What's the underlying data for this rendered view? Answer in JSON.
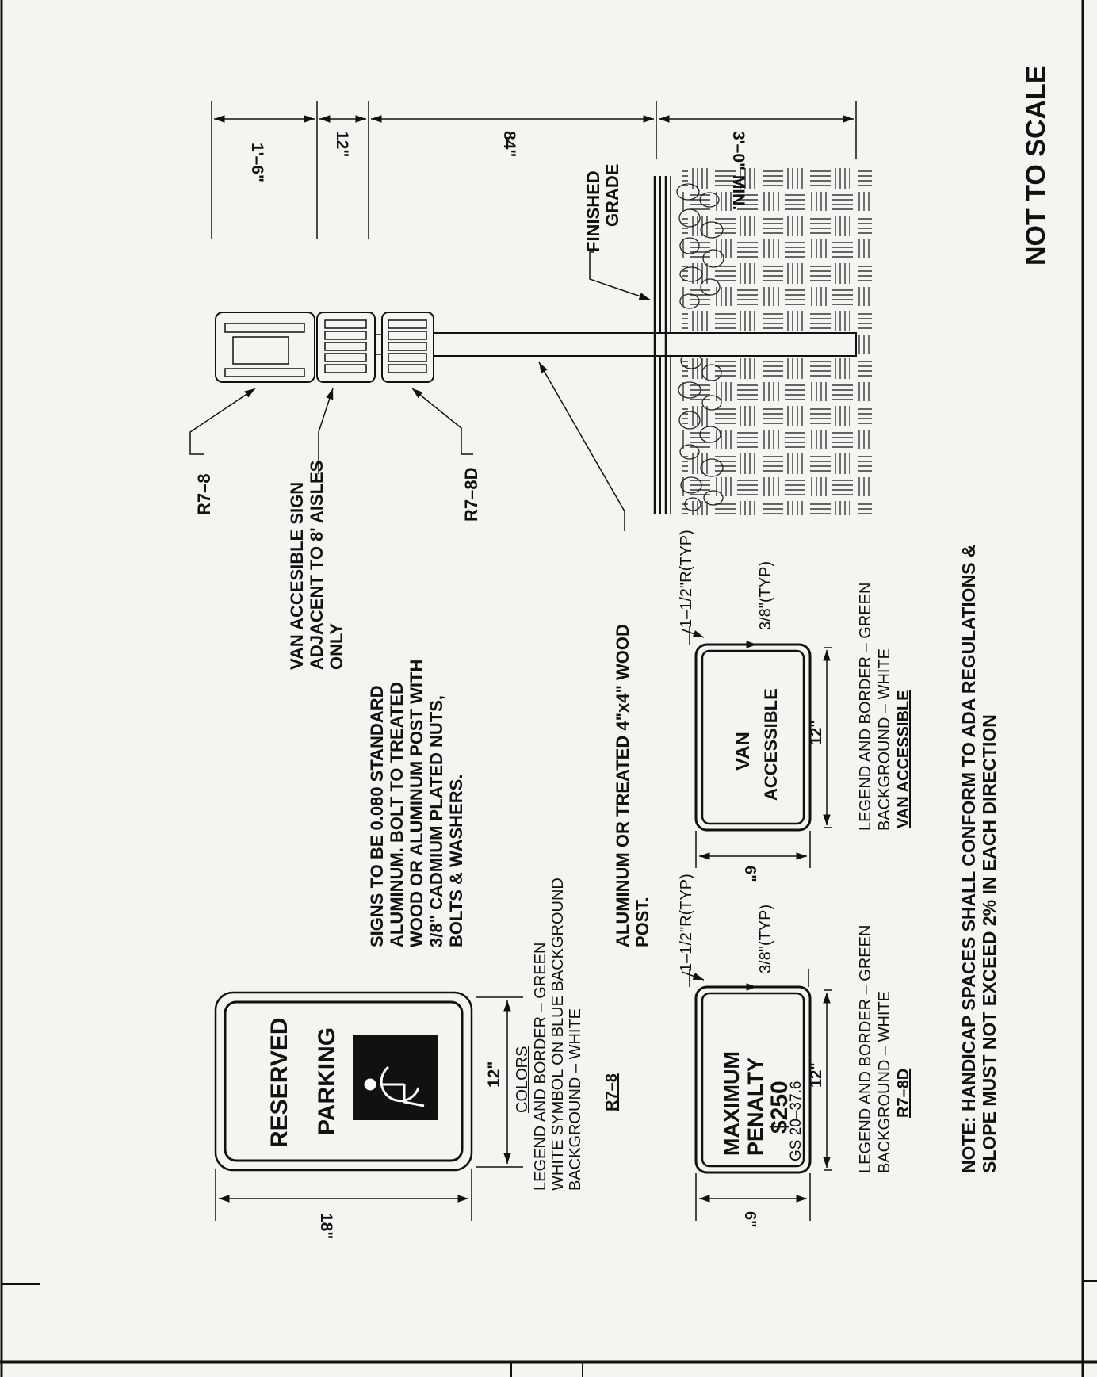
{
  "drawing": {
    "not_to_scale": "NOT TO SCALE",
    "main_note": [
      "NOTE: HANDICAP SPACES SHALL CONFORM TO ADA REGULATIONS &",
      "SLOPE MUST NOT EXCEED 2% IN EACH DIRECTION"
    ],
    "callouts": {
      "r7_8": "R7–8",
      "van_sign": "VAN ACCESIBLE SIGN",
      "van_sign_note": [
        "ADJACENT TO 8' AISLES",
        "ONLY"
      ],
      "r7_8d": "R7–8D",
      "post": [
        "ALUMINUM OR TREATED 4\"x4\" WOOD",
        "POST."
      ],
      "finished_grade": [
        "FINISHED",
        "GRADE"
      ]
    },
    "signs_note": [
      "SIGNS TO BE 0.080 STANDARD",
      "ALUMINUM. BOLT TO TREATED",
      "WOOD OR ALUMINUM POST WITH",
      "3/8\" CADMIUM PLATED NUTS,",
      "BOLTS & WASHERS."
    ],
    "elevation_dims": {
      "d1": "1'–6\"",
      "d2": "12\"",
      "d3": "84\"",
      "d4": "3'–0\" MIN."
    },
    "r7_8": {
      "line1": "RESERVED",
      "line2": "PARKING",
      "dim_height": "18\"",
      "dim_width": "12\"",
      "colors_title": "COLORS",
      "colors": [
        "LEGEND AND BORDER – GREEN",
        "WHITE SYMBOL ON BLUE BACKGROUND",
        "BACKGROUND – WHITE"
      ],
      "code": "R7–8"
    },
    "r7_8d": {
      "line1": "MAXIMUM",
      "line2": "PENALTY",
      "line3": "$250",
      "line4": "GS 20–37.6",
      "radius": "1–1/2\"R(TYP)",
      "border": "3/8\"(TYP)",
      "dim_height": "6\"",
      "dim_width": "12\"",
      "colors": [
        "LEGEND AND BORDER – GREEN",
        "BACKGROUND – WHITE"
      ],
      "code": "R7–8D"
    },
    "van": {
      "line1": "VAN",
      "line2": "ACCESSIBLE",
      "radius": "1–1/2\"R(TYP)",
      "border": "3/8\"(TYP)",
      "dim_height": "6\"",
      "dim_width": "12\"",
      "colors": [
        "LEGEND AND BORDER – GREEN",
        "BACKGROUND – WHITE"
      ],
      "code": "VAN ACCESSIBLE"
    }
  }
}
